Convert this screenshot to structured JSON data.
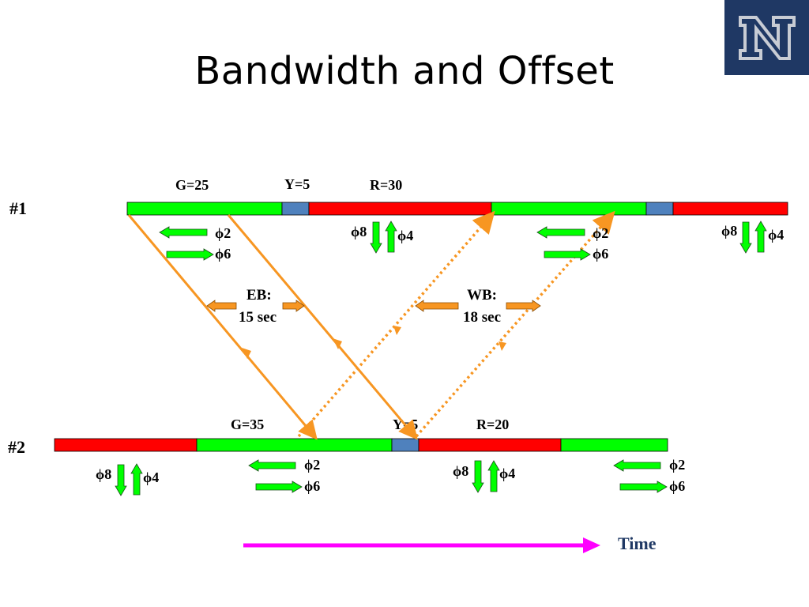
{
  "title": "Bandwidth and Offset",
  "colors": {
    "green": "#00ff00",
    "yellow_phase": "#4f81bd",
    "red": "#ff0000",
    "orange": "#f79622",
    "magenta": "#ff00ff",
    "navy": "#1f3864"
  },
  "logo": {
    "text": "N",
    "icon": "university-n-logo"
  },
  "signals": [
    {
      "label": "#1",
      "green": "G=25",
      "yellow": "Y=5",
      "red": "R=30"
    },
    {
      "label": "#2",
      "green": "G=35",
      "yellow": "Y=5",
      "red": "R=20"
    }
  ],
  "phases": {
    "phi2": "ϕ2",
    "phi6": "ϕ6",
    "phi8": "ϕ8",
    "phi4": "ϕ4"
  },
  "bands": {
    "eb_label": "EB:",
    "eb_value": "15 sec",
    "wb_label": "WB:",
    "wb_value": "18 sec"
  },
  "time_label": "Time"
}
